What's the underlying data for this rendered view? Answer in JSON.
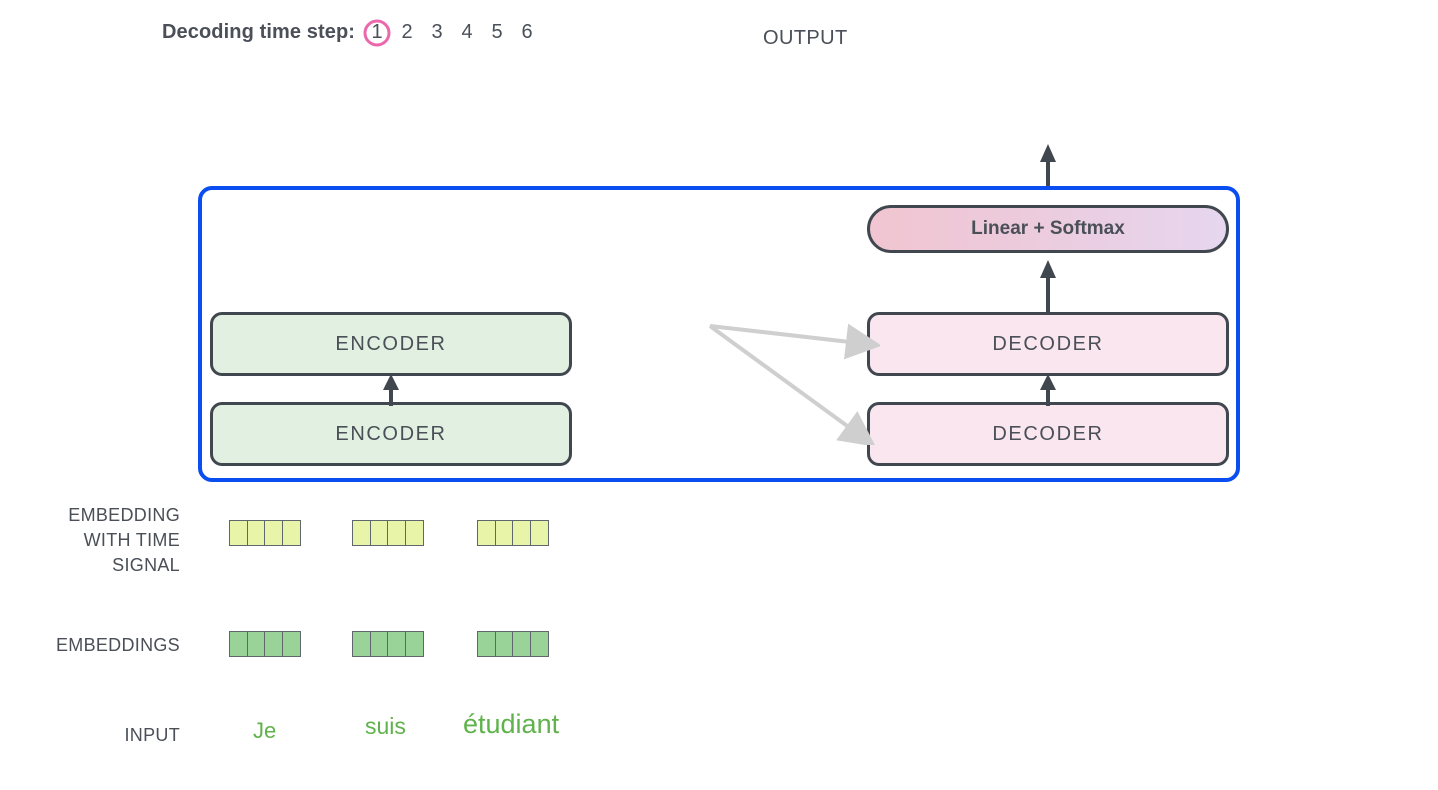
{
  "header": {
    "timestep_label": "Decoding time step:",
    "timesteps": [
      "1",
      "2",
      "3",
      "4",
      "5",
      "6"
    ],
    "active_timestep": "1",
    "active_circle_color": "#eb68ad",
    "output_label": "OUTPUT"
  },
  "model": {
    "container_border_color": "#0a4df0",
    "encoders": [
      {
        "label": "ENCODER"
      },
      {
        "label": "ENCODER"
      }
    ],
    "decoders": [
      {
        "label": "DECODER"
      },
      {
        "label": "DECODER"
      }
    ],
    "linear_softmax": {
      "label": "Linear + Softmax",
      "gradient_from": "#f1c5d1",
      "gradient_to": "#e6d6ef"
    },
    "encoder_fill": "#e2f0e1",
    "decoder_fill": "#fae6ef",
    "box_border_color": "#41474f"
  },
  "rows": {
    "embedding_with_time_signal_label": "EMBEDDING\nWITH TIME\nSIGNAL",
    "embedding_with_time_signal_lines": [
      "EMBEDDING",
      "WITH TIME",
      "SIGNAL"
    ],
    "embeddings_label": "EMBEDDINGS",
    "input_label": "INPUT"
  },
  "vectors": {
    "time_signal_cell_color": "#e8f5a8",
    "embedding_cell_color": "#9ad397",
    "cells_per_vector": 4,
    "time_signal_vectors": [
      {
        "token": "Je",
        "cells": 4
      },
      {
        "token": "suis",
        "cells": 4
      },
      {
        "token": "étudiant",
        "cells": 4
      }
    ],
    "embedding_vectors": [
      {
        "token": "Je",
        "cells": 4
      },
      {
        "token": "suis",
        "cells": 4
      },
      {
        "token": "étudiant",
        "cells": 4
      }
    ]
  },
  "input_tokens": [
    {
      "text": "Je",
      "color": "#5fb24c"
    },
    {
      "text": "suis",
      "color": "#5fb24c"
    },
    {
      "text": "étudiant",
      "color": "#5fb24c"
    }
  ],
  "connections": {
    "encoder_to_decoder_arrow_color": "#cfcfcf",
    "stack_arrow_color": "#41474f"
  }
}
